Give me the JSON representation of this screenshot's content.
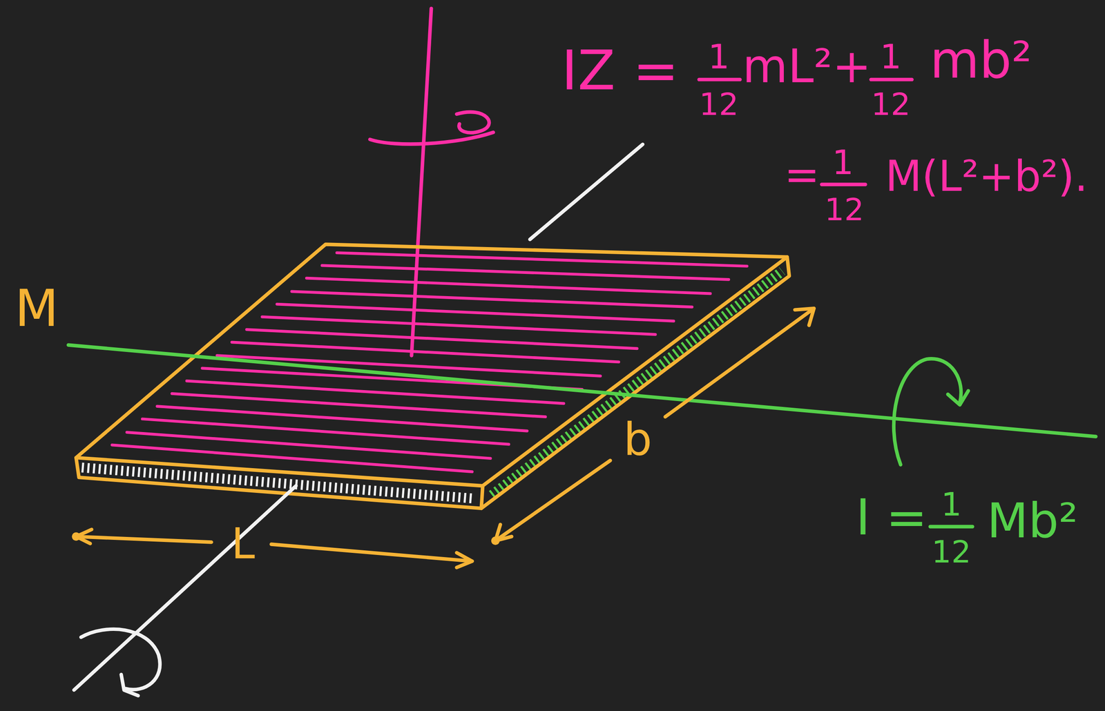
{
  "diagram": {
    "labels": [
      "IZ =",
      "1",
      "12",
      "mL²+",
      "1",
      "12",
      "mb²",
      "=",
      "1",
      "12",
      "M(L²+b²).",
      "M",
      "b",
      "I =",
      "1",
      "12",
      "Mb²",
      "L"
    ]
  }
}
